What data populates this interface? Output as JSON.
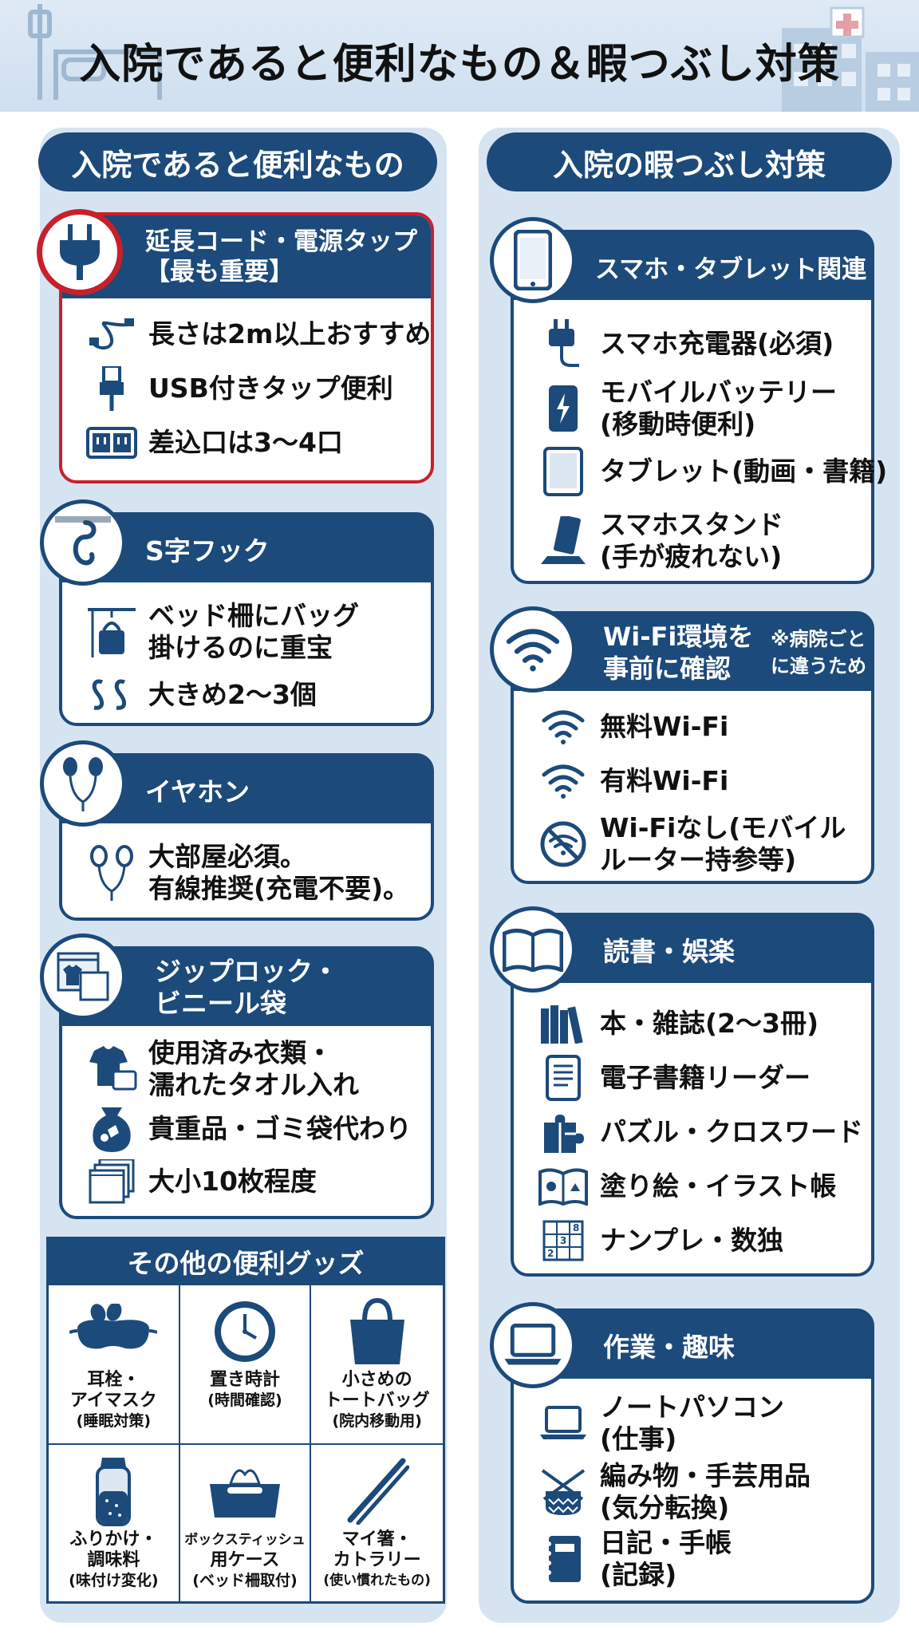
{
  "header": {
    "title": "入院であると便利なもの＆暇つぶし対策"
  },
  "left": {
    "title": "入院であると便利なもの",
    "cards": [
      {
        "title_line1": "延長コード・電源タップ",
        "title_line2": "【最も重要】",
        "items": [
          "長さは2m以上おすすめ",
          "USB付きタップ便利",
          "差込口は3〜4口"
        ]
      },
      {
        "title": "S字フック",
        "items": [
          "ベッド柵にバッグ",
          "掛けるのに重宝",
          "大きめ2〜3個"
        ]
      },
      {
        "title": "イヤホン",
        "items": [
          "大部屋必須。",
          "有線推奨(充電不要)。"
        ]
      },
      {
        "title_line1": "ジップロック・",
        "title_line2": "ビニール袋",
        "items": [
          "使用済み衣類・",
          "濡れたタオル入れ",
          "貴重品・ゴミ袋代わり",
          "大小10枚程度"
        ]
      }
    ],
    "others": {
      "title": "その他の便利グッズ",
      "cells": [
        {
          "l1": "耳栓・",
          "l2": "アイマスク",
          "l3": "(睡眠対策)",
          "icon": "eye-mask-icon"
        },
        {
          "l1": "置き時計",
          "l2": "(時間確認)",
          "l3": "",
          "icon": "clock-icon"
        },
        {
          "l1": "小さめの",
          "l2": "トートバッグ",
          "l3": "(院内移動用)",
          "icon": "tote-bag-icon"
        },
        {
          "l1": "ふりかけ・",
          "l2": "調味料",
          "l3": "(味付け変化)",
          "icon": "shaker-icon"
        },
        {
          "l1": "ボックスティッシュ",
          "l2": "用ケース",
          "l3": "(ベッド柵取付)",
          "icon": "tissue-box-icon"
        },
        {
          "l1": "マイ箸・",
          "l2": "カトラリー",
          "l3": "(使い慣れたもの)",
          "icon": "chopsticks-icon"
        }
      ]
    }
  },
  "right": {
    "title": "入院の暇つぶし対策",
    "cards": [
      {
        "title": "スマホ・タブレット関連",
        "items": [
          "スマホ充電器(必須)",
          "モバイルバッテリー",
          "(移動時便利)",
          "タブレット(動画・書籍)",
          "スマホスタンド",
          "(手が疲れない)"
        ]
      },
      {
        "title_line1": "Wi-Fi環境を",
        "title_line2": "事前に確認",
        "note_line1": "※病院ごと",
        "note_line2": "に違うため",
        "items": [
          "無料Wi-Fi",
          "有料Wi-Fi",
          "Wi-Fiなし(モバイル",
          "ルーター持参等)"
        ]
      },
      {
        "title": "読書・娯楽",
        "items": [
          "本・雑誌(2〜3冊)",
          "電子書籍リーダー",
          "パズル・クロスワード",
          "塗り絵・イラスト帳",
          "ナンプレ・数独"
        ]
      },
      {
        "title": "作業・趣味",
        "items": [
          "ノートパソコン",
          "(仕事)",
          "編み物・手芸用品",
          "(気分転換)",
          "日記・手帳",
          "(記録)"
        ]
      }
    ]
  },
  "colors": {
    "navy": "#1c4a7a",
    "red": "#c8202b",
    "panel": "#d6e4f2"
  }
}
